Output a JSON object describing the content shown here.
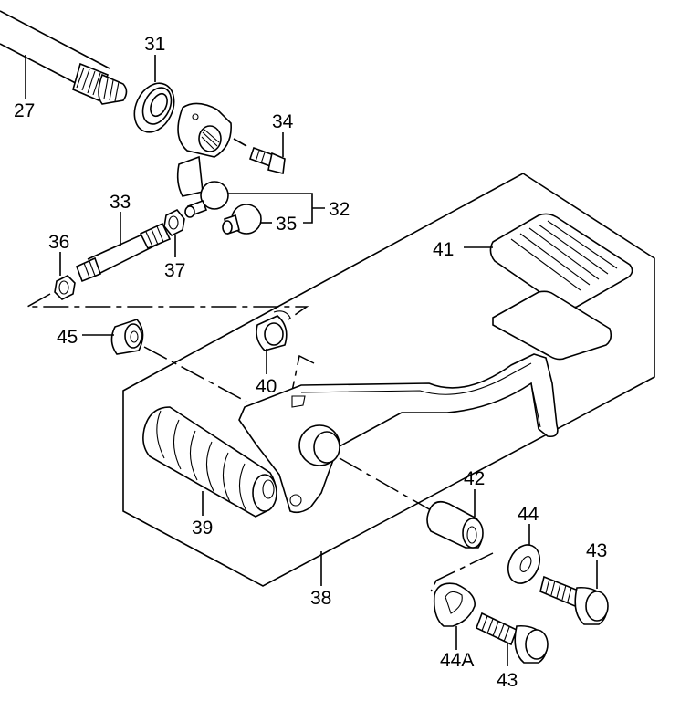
{
  "diagram": {
    "title": "Brake pedal assembly (exploded view)",
    "parts": [
      {
        "id": "27",
        "label": "27",
        "name": "Shaft"
      },
      {
        "id": "31",
        "label": "31",
        "name": "Oil seal"
      },
      {
        "id": "32",
        "label": "32",
        "name": "Lever with ball joint"
      },
      {
        "id": "33",
        "label": "33",
        "name": "Ball joint cap"
      },
      {
        "id": "34",
        "label": "34",
        "name": "Bolt"
      },
      {
        "id": "35",
        "label": "35",
        "name": "Rod"
      },
      {
        "id": "36",
        "label": "36",
        "name": "Nut"
      },
      {
        "id": "37",
        "label": "37",
        "name": "Nut"
      },
      {
        "id": "38",
        "label": "38",
        "name": "Brake pedal"
      },
      {
        "id": "39",
        "label": "39",
        "name": "Stopper"
      },
      {
        "id": "40",
        "label": "40",
        "name": "Footrest rubber"
      },
      {
        "id": "41",
        "label": "41",
        "name": "Pedal pad"
      },
      {
        "id": "42",
        "label": "42",
        "name": "Bushing"
      },
      {
        "id": "43a",
        "label": "43",
        "name": "Bolt"
      },
      {
        "id": "43b",
        "label": "43",
        "name": "Bolt"
      },
      {
        "id": "44",
        "label": "44",
        "name": "Washer"
      },
      {
        "id": "44A",
        "label": "44A",
        "name": "Lock washer"
      },
      {
        "id": "45",
        "label": "45",
        "name": "Bushing"
      }
    ]
  }
}
